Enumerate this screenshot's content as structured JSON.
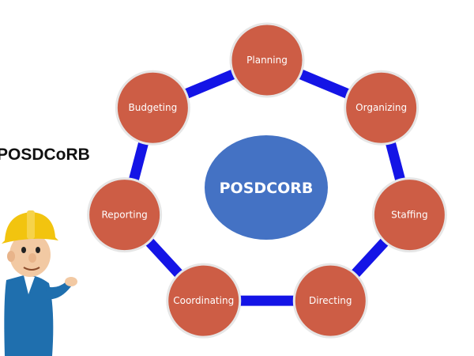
{
  "side_title": "POSDCoRB",
  "center": {
    "label": "POSDCORB",
    "color": "#4472c4"
  },
  "colors": {
    "node_fill": "#cd5d45",
    "node_stroke": "#e6e6e6",
    "connector": "#1414e6",
    "hat": "#f2c40f",
    "shirt": "#1f6fae",
    "skin": "#f2c9a3"
  },
  "steps": [
    {
      "label": "Planning"
    },
    {
      "label": "Organizing"
    },
    {
      "label": "Staffing"
    },
    {
      "label": "Directing"
    },
    {
      "label": "Coordinating"
    },
    {
      "label": "Reporting"
    },
    {
      "label": "Budgeting"
    }
  ],
  "illustration": "construction-worker-icon"
}
